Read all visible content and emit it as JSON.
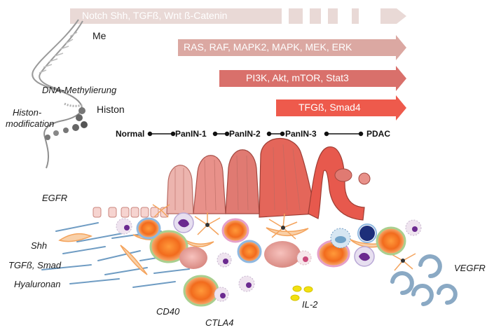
{
  "pathways": [
    {
      "label": "Notch  Shh, TGFß, Wnt ß-Catenin",
      "color": "#e9d9d6"
    },
    {
      "label": "RAS, RAF, MAPK2, MAPK, MEK, ERK",
      "color": "#dba8a2"
    },
    {
      "label": "PI3K, Akt, mTOR, Stat3",
      "color": "#d9706b"
    },
    {
      "label": "TFGß, Smad4",
      "color": "#ee5a4c"
    }
  ],
  "stages": [
    "Normal",
    "PanIN-1",
    "PanIN-2",
    "PanIN-3",
    "PDAC"
  ],
  "labels": {
    "me": "Me",
    "dna_methylation": "DNA-Methylierung",
    "histone": "Histon",
    "histone_mod_1": "Histon-",
    "histone_mod_2": "modification",
    "egfr": "EGFR",
    "shh": "Shh",
    "tgfb_smad": "TGFß, Smad",
    "hyaluronan": "Hyaluronan",
    "cd40": "CD40",
    "ctla4": "CTLA4",
    "il2": "IL-2",
    "vegfr": "VEGFR"
  },
  "colors": {
    "epithelium": "#e05a4c",
    "epithelium_light": "#ecb4ae",
    "fibroblast": "#f4a35c",
    "fiber": "#6f9cc3",
    "cell_nucleus": "#f26b1d",
    "vegfr": "#8aa9c4",
    "il2": "#f2e011"
  }
}
